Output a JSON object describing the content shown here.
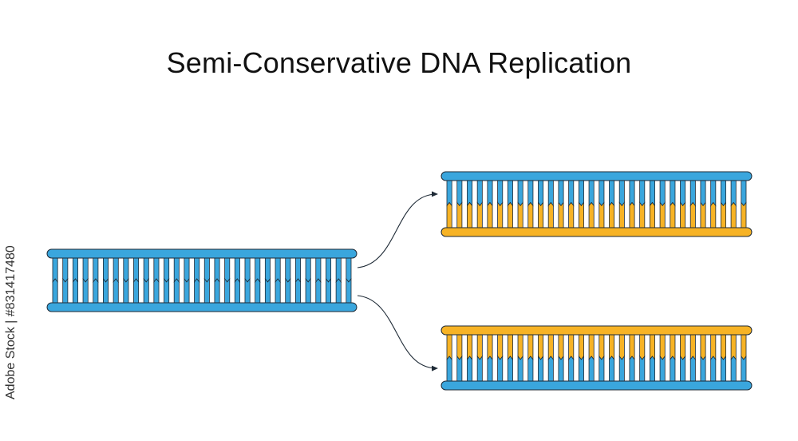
{
  "diagram": {
    "title": "Semi-Conservative DNA Replication",
    "watermark_id": "Adobe Stock | #831417480",
    "colors": {
      "original_strand": "#3aa6dd",
      "new_strand": "#f7b325",
      "outline": "#1e2a36",
      "background": "#ffffff"
    },
    "molecules": [
      {
        "id": "parent",
        "top_strand": "original",
        "bottom_strand": "original"
      },
      {
        "id": "daughter-1",
        "top_strand": "original",
        "bottom_strand": "new"
      },
      {
        "id": "daughter-2",
        "top_strand": "new",
        "bottom_strand": "original"
      }
    ]
  }
}
